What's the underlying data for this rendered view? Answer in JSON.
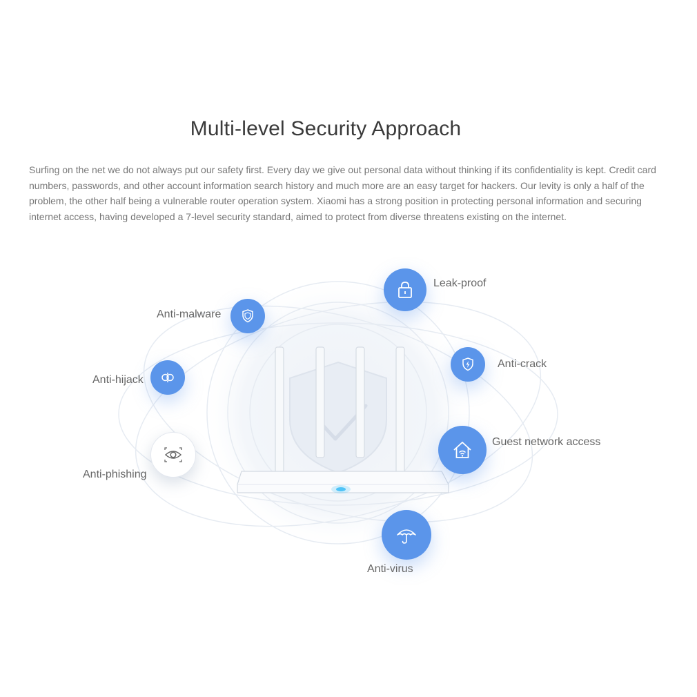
{
  "header": {
    "title": "Multi-level Security Approach"
  },
  "intro": {
    "text": "Surfing on the net we do not always put our safety first. Every day we give out personal data without thinking if its confidentiality is kept. Credit card numbers, passwords, and other account information search history and much more are an easy target for hackers. Our levity is only a half of the problem, the other half being a vulnerable router operation system. Xiaomi has a strong position in protecting personal information and securing internet access, having developed a 7-level security standard, aimed to protect from diverse threatens existing on the internet."
  },
  "features": [
    {
      "label": "Leak-proof",
      "icon": "padlock-icon"
    },
    {
      "label": "Anti-malware",
      "icon": "shield-icon"
    },
    {
      "label": "Anti-crack",
      "icon": "lightning-shield-icon"
    },
    {
      "label": "Anti-hijack",
      "icon": "chain-link-icon"
    },
    {
      "label": "Guest network access",
      "icon": "house-wifi-icon"
    },
    {
      "label": "Anti-phishing",
      "icon": "eye-icon"
    },
    {
      "label": "Anti-virus",
      "icon": "umbrella-icon"
    }
  ],
  "colors": {
    "accent": "#5b95ea",
    "router_led": "#4fc3f7"
  }
}
